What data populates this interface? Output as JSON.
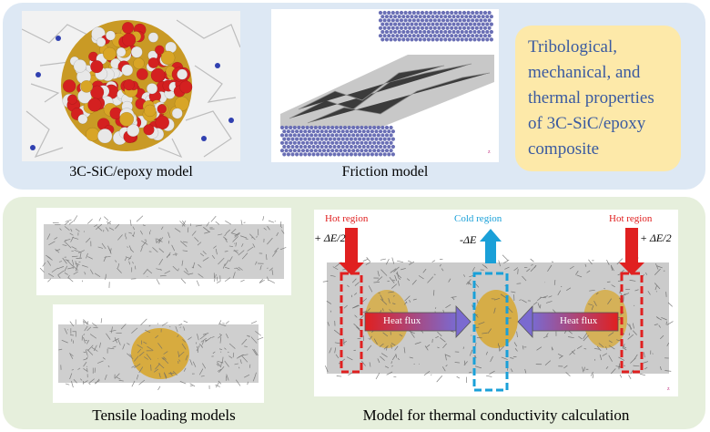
{
  "panels": {
    "top": {
      "captions": {
        "sphere": "3C-SiC/epoxy model",
        "friction": "Friction model"
      },
      "title_lines": [
        "Tribological,",
        "mechanical, and",
        "thermal properties",
        "of 3C-SiC/epoxy",
        "composite"
      ]
    },
    "bottom": {
      "captions": {
        "tensile": "Tensile loading models",
        "thermal": "Model for thermal conductivity calculation"
      },
      "labels": {
        "hot_left": "Hot region",
        "cold": "Cold region",
        "hot_right": "Hot region",
        "heat_flux_left": "Heat flux",
        "heat_flux_right": "Heat flux",
        "plus_delta_left": "+ ΔE/2",
        "minus_delta": "-ΔE",
        "plus_delta_right": "+ ΔE/2"
      }
    }
  },
  "colors": {
    "top_bg": "#dde8f4",
    "bottom_bg": "#e6efdc",
    "title_box": "#fde9a9",
    "title_text": "#3a5aa0",
    "hot": "#e02020",
    "cold": "#1aa0d8",
    "plate": "#6a6fb5",
    "sphere_red": "#d42020",
    "sphere_white": "#e8e8e8",
    "sphere_gold": "#d8a526"
  }
}
